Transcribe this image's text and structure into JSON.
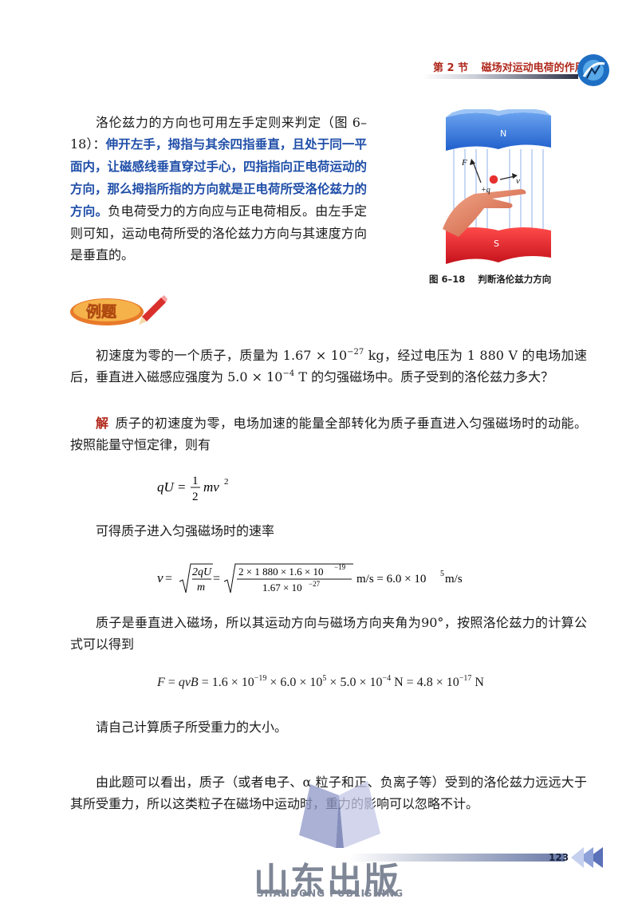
{
  "header": {
    "section_num": "第 2 节",
    "section_title": "磁场对运动电荷的作用"
  },
  "intro": {
    "part1": "洛伦兹力的方向也可用左手定则来判定（图 6–18）：",
    "emphasis": "伸开左手，拇指与其余四指垂直，且处于同一平面内，让磁感线垂直穿过手心，四指指向正电荷运动的方向，那么拇指所指的方向就是正电荷所受洛伦兹力的方向。",
    "part2": "负电荷受力的方向应与正电荷相反。由左手定则可知，运动电荷所受的洛伦兹力方向与其速度方向是垂直的。"
  },
  "figure": {
    "label_n": "N",
    "label_s": "S",
    "label_f": "F",
    "label_q": "+q",
    "label_v": "v",
    "caption_num": "图 6–18",
    "caption_text": "判断洛伦兹力方向"
  },
  "example_title": "例题",
  "problem": {
    "a": "初速度为零的一个质子，质量为 1.67 × 10",
    "a_exp": "−27",
    "b": " kg，经过电压为 1 880 V 的电场加速后，垂直进入磁感应强度为 5.0 × 10",
    "b_exp": "−4",
    "c": " T 的匀强磁场中。质子受到的洛伦兹力多大？"
  },
  "solution": {
    "label": "解",
    "text1": "质子的初速度为零，电场加速的能量全部转化为质子垂直进入匀强磁场时的动能。按照能量守恒定律，则有",
    "eq1_lhs": "qU",
    "eq1_eq": " = ",
    "eq1_num": "1",
    "eq1_den": "2",
    "eq1_rhs": "mv",
    "eq1_exp": "2",
    "text2": "可得质子进入匀强磁场时的速率",
    "eq2_lhs": "v",
    "eq2_eq": " = ",
    "eq2_num": "2qU",
    "eq2_den": "m",
    "eq2_eq2": " = ",
    "eq2_num2": "2 × 1 880 × 1.6 × 10",
    "eq2_num2_exp": "−19",
    "eq2_den2": "1.67 × 10",
    "eq2_den2_exp": "−27",
    "eq2_unit": " m/s = 6.0 × 10",
    "eq2_exp": "5",
    "eq2_unit2": " m/s",
    "text3": "质子是垂直进入磁场，所以其运动方向与磁场方向夹角为90°，按照洛伦兹力的计算公式可以得到",
    "eq3_lhs": "F",
    "eq3_a": " = ",
    "eq3_qvb": "qvB",
    "eq3_b": " = 1.6 × 10",
    "eq3_e1": "−19",
    "eq3_c": " × 6.0 × 10",
    "eq3_e2": "5",
    "eq3_d": " × 5.0 × 10",
    "eq3_e3": "−4",
    "eq3_e": " N = 4.8 × 10",
    "eq3_e4": "−17",
    "eq3_f": " N",
    "text4": "请自己计算质子所受重力的大小。"
  },
  "conclusion": "由此题可以看出，质子（或者电子、α 粒子和正、负离子等）受到的洛伦兹力远远大于其所受重力，所以这类粒子在磁场中运动时，重力的影响可以忽略不计。",
  "footer": {
    "page_number": "123",
    "publisher_cn": "山东出版",
    "publisher_en": "SHANDONG PUBLISHING"
  },
  "colors": {
    "accent_red": "#b0281c",
    "emphasis_blue": "#1f4ea8",
    "magnet_blue": "#2c6fd6",
    "magnet_red": "#e0262f"
  }
}
